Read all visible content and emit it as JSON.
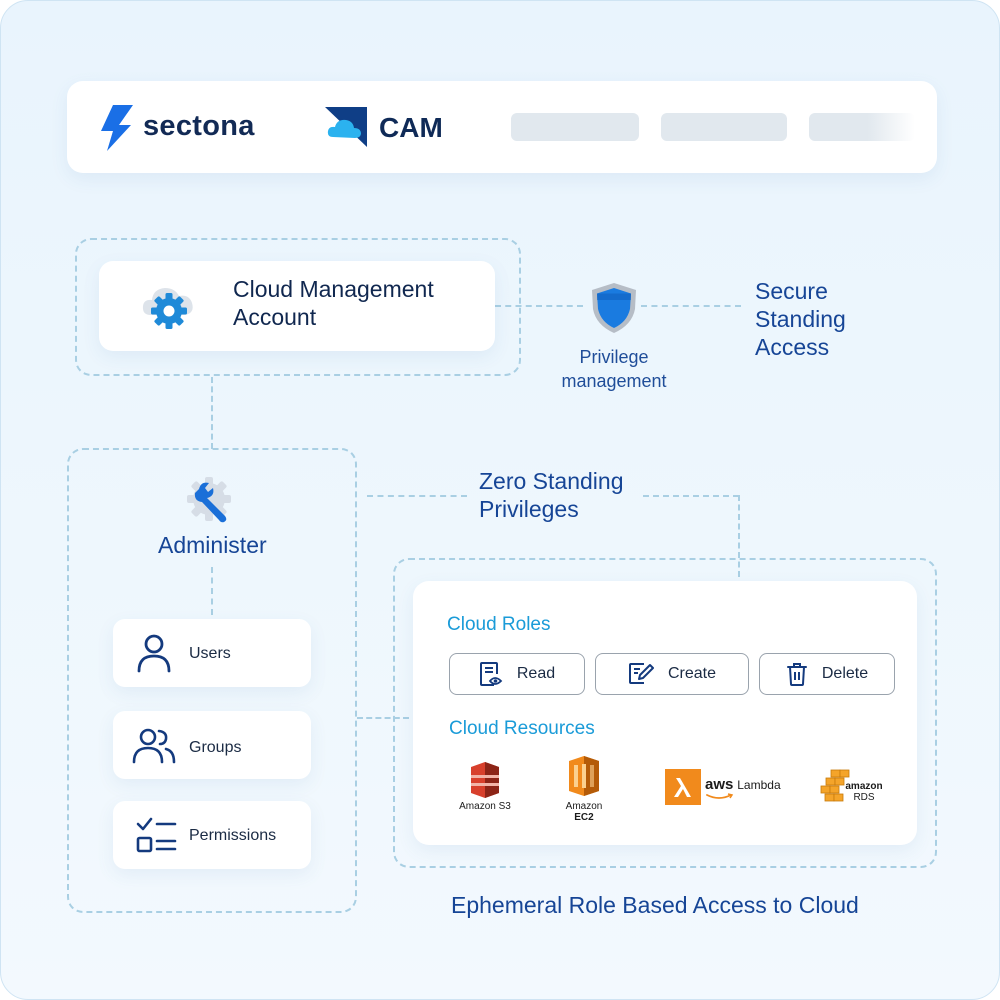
{
  "header": {
    "brand": "sectona",
    "product": "CAM"
  },
  "cloud_account": {
    "title_line1": "Cloud Management",
    "title_line2": "Account"
  },
  "privilege": {
    "caption_line1": "Privilege",
    "caption_line2": "management"
  },
  "secure_access": {
    "line1": "Secure",
    "line2": "Standing",
    "line3": "Access"
  },
  "zero_standing": {
    "line1": "Zero Standing",
    "line2": "Privileges"
  },
  "administer": {
    "label": "Administer",
    "items": [
      {
        "label": "Users",
        "icon": "user-icon"
      },
      {
        "label": "Groups",
        "icon": "users-group-icon"
      },
      {
        "label": "Permissions",
        "icon": "checklist-icon"
      }
    ]
  },
  "cloud_roles": {
    "title": "Cloud Roles",
    "buttons": [
      {
        "label": "Read",
        "icon": "document-eye-icon"
      },
      {
        "label": "Create",
        "icon": "edit-icon"
      },
      {
        "label": "Delete",
        "icon": "trash-icon"
      }
    ]
  },
  "cloud_resources": {
    "title": "Cloud Resources",
    "s3": {
      "label": "Amazon S3"
    },
    "ec2": {
      "line1": "Amazon",
      "line2": "EC2"
    },
    "lambda": {
      "aws": "aws",
      "name": "Lambda"
    },
    "rds": {
      "line1": "amazon",
      "line2": "RDS"
    }
  },
  "footer": {
    "caption": "Ephemeral Role Based Access to Cloud"
  },
  "colors": {
    "brand_blue": "#1a6fe6",
    "navy": "#143a7e",
    "accent": "#1a9bd8",
    "aws_orange": "#f18a1c",
    "s3_red": "#d8402c"
  }
}
